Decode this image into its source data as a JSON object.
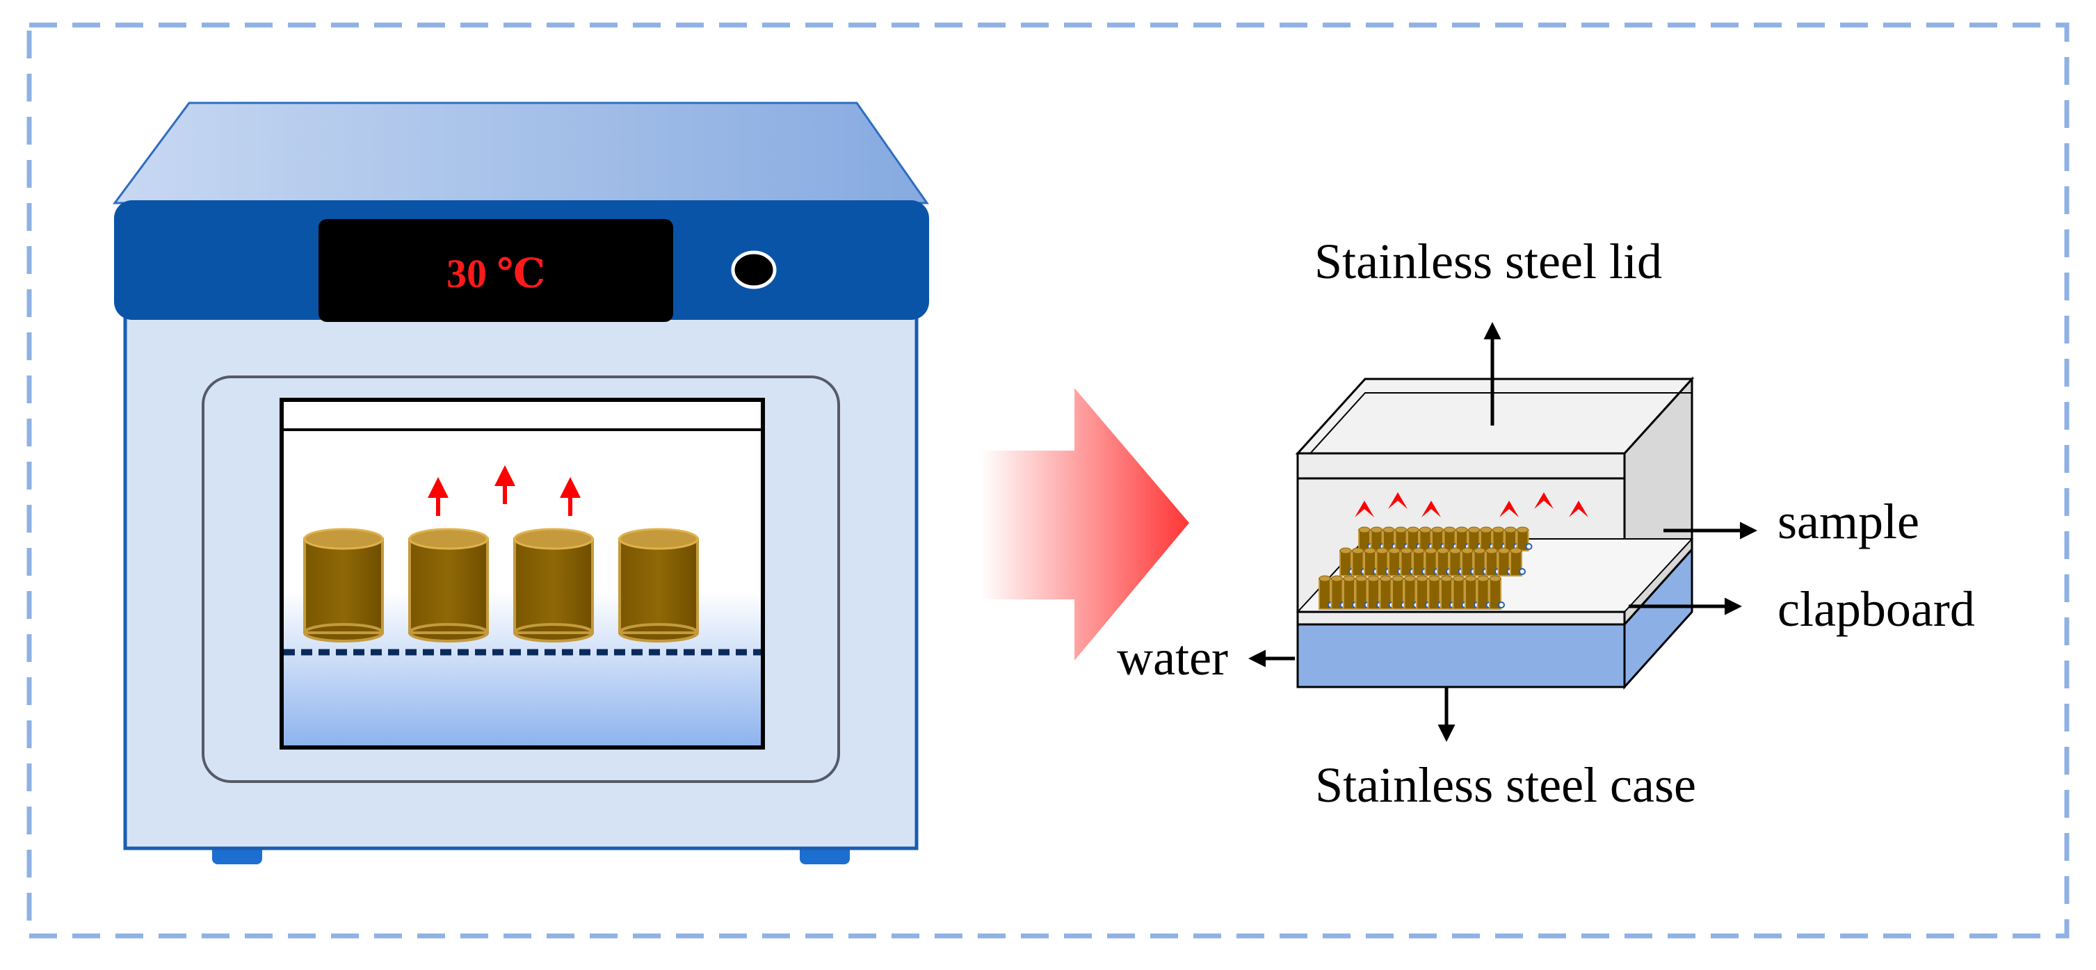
{
  "colors": {
    "frame_dash": "#8fb1e4",
    "incubator_top": "#9ab7e6",
    "incubator_band": "#0a54a8",
    "incubator_body": "#d6e3f5",
    "display_bg": "#000000",
    "display_text": "#ff1a1a",
    "sample_fill": "#8a6300",
    "sample_top": "#c49a3c",
    "water": "#8cb0e6",
    "big_arrow": "#ff3b3b",
    "steam_arrow": "#ff0000",
    "label_arrow": "#000000"
  },
  "incubator": {
    "display_text": "30 ℃",
    "button_icon": "power-knob-icon",
    "sample_count": 4,
    "vapor_arrow_count": 3
  },
  "transfer_arrow": {
    "icon": "big-right-arrow-icon"
  },
  "apparatus": {
    "labels": {
      "lid": "Stainless steel lid",
      "case": "Stainless steel case",
      "sample": "sample",
      "clapboard": "clapboard",
      "water": "water"
    },
    "vapor_arrow_count": 6
  }
}
